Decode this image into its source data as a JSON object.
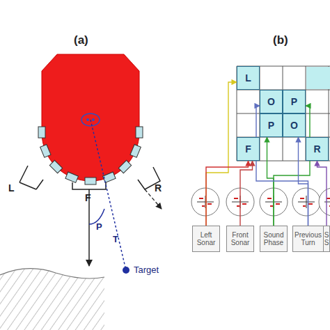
{
  "diagram": {
    "nodes": [
      {
        "text": [
          "L"
        ]
      },
      {
        "text": [
          "O"
        ]
      },
      {
        "text": [
          "P"
        ]
      },
      {
        "text": [
          "P"
        ]
      },
      {
        "text": [
          "O"
        ]
      },
      {
        "text": [
          "F"
        ]
      },
      {
        "text": [
          "R"
        ]
      },
      {
        "text": [
          "Left Sonar"
        ]
      },
      {
        "text": [
          "Front Sonar"
        ]
      },
      {
        "text": [
          "Sound Phase"
        ]
      },
      {
        "text": [
          "Previous Turn"
        ]
      },
      {
        "text": [
          "S S"
        ]
      }
    ],
    "edges": [
      {
        "from": 7,
        "to": 0,
        "arrow": "to"
      },
      {
        "from": 7,
        "to": 5,
        "arrow": "to"
      },
      {
        "from": 8,
        "to": 5,
        "arrow": "to"
      },
      {
        "from": 9,
        "to": 2,
        "arrow": "to"
      },
      {
        "from": 9,
        "to": 3,
        "arrow": "to"
      },
      {
        "from": 10,
        "to": 1,
        "arrow": "to"
      },
      {
        "from": 10,
        "to": 4,
        "arrow": "to"
      },
      {
        "from": 11,
        "to": 6,
        "arrow": "to"
      }
    ],
    "labels": [
      "(a)",
      "(b)",
      "L",
      "F",
      "R",
      "P",
      "T",
      "Target"
    ]
  }
}
